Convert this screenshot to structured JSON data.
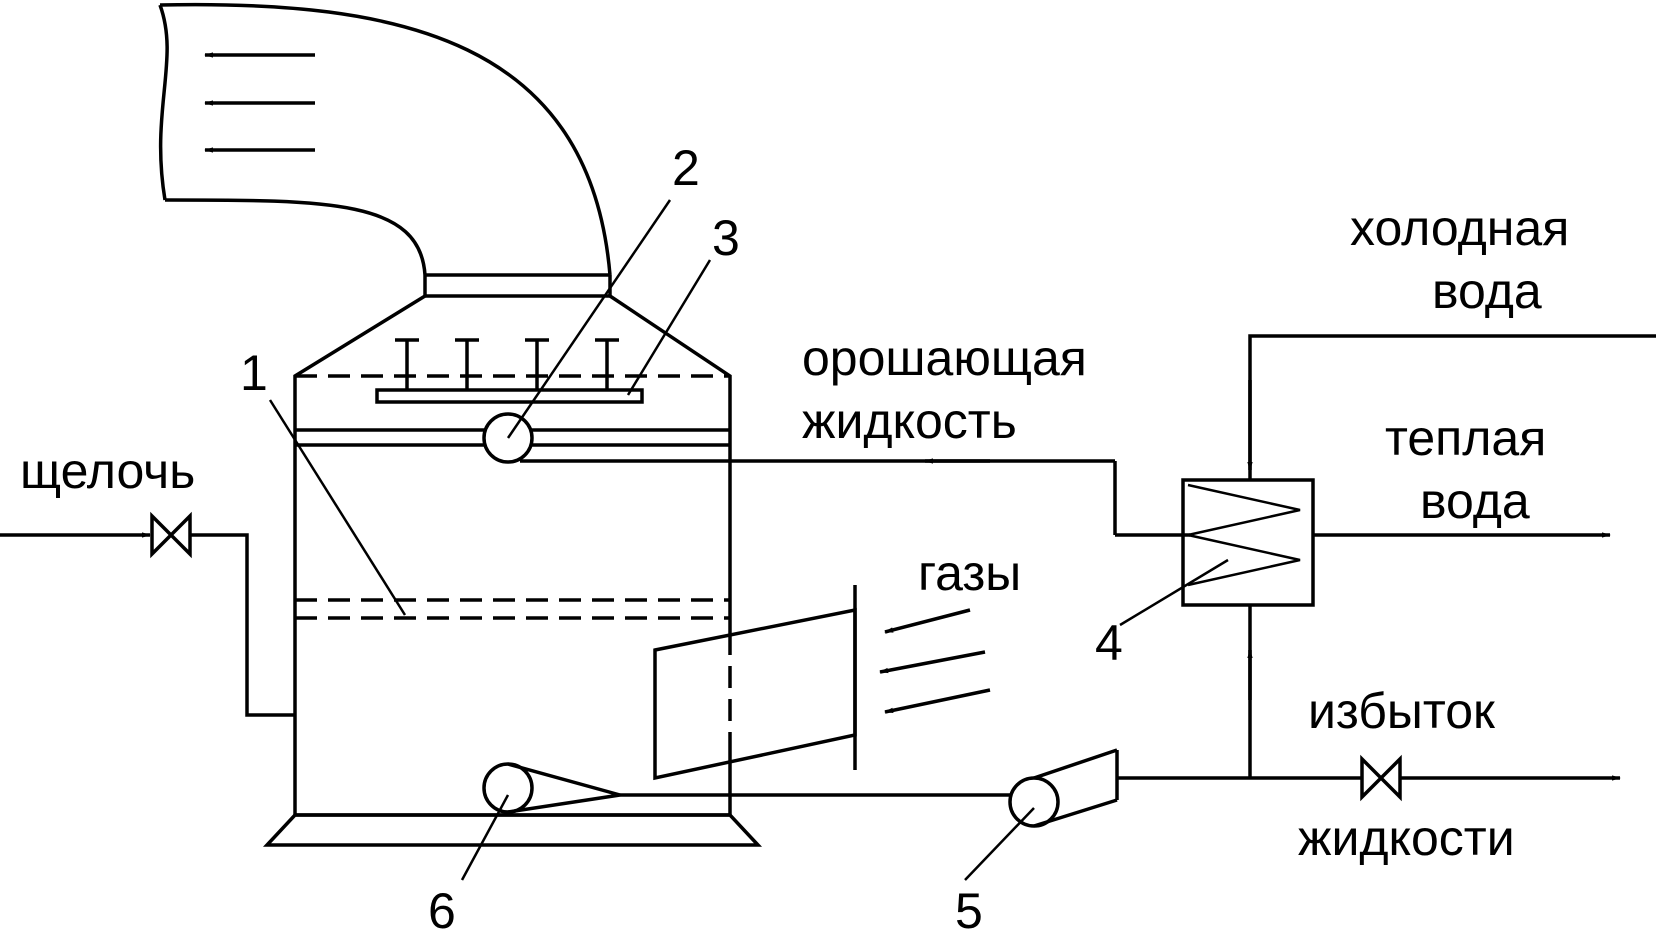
{
  "labels": {
    "alkali": "щелочь",
    "cold_water_1": "холодная",
    "cold_water_2": "вода",
    "irrigating_1": "орошающая",
    "irrigating_2": "жидкость",
    "warm_water_1": "теплая",
    "warm_water_2": "вода",
    "gases": "газы",
    "excess_1": "избыток",
    "excess_2": "жидкости"
  },
  "numbers": {
    "n1": "1",
    "n2": "2",
    "n3": "3",
    "n4": "4",
    "n5": "5",
    "n6": "6"
  }
}
